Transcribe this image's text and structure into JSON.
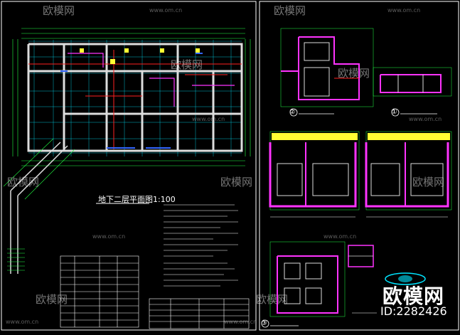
{
  "plan_title": "地下二层平面图1:100",
  "watermark": {
    "brand": "欧模网",
    "url": "www.om.cn",
    "id_label": "ID:2282426"
  },
  "section_labels": {
    "label_1": "①",
    "label_2": "②",
    "label_3": "③"
  },
  "colors": {
    "background": "#000000",
    "frame": "#ffffff",
    "green": "#22ff44",
    "cyan": "#00e5ff",
    "magenta": "#ff33ff",
    "yellow": "#ffff33",
    "red": "#ff2020",
    "blue": "#3366ff"
  }
}
